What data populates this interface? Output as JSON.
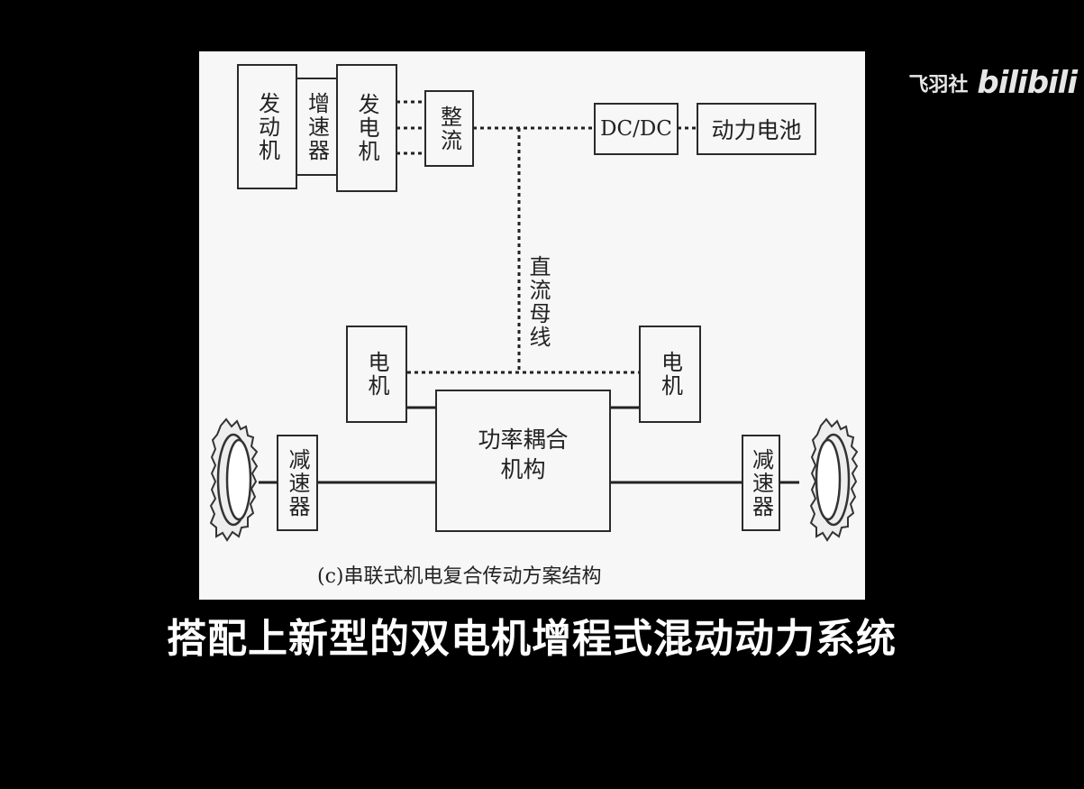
{
  "diagram": {
    "engine": "发动机",
    "gearbox_up": "增速器",
    "generator": "发电机",
    "rectifier": "整流",
    "dcdc": "DC/DC",
    "battery": "动力电池",
    "dc_bus": "直流母线",
    "motor_left": "电机",
    "motor_right": "电机",
    "coupling": "功率耦合\n机构",
    "reducer_left": "减速器",
    "reducer_right": "减速器",
    "caption": "(c)串联式机电复合传动方案结构"
  },
  "watermark": {
    "channel": "飞羽社",
    "logo": "bilibili"
  },
  "subtitle": "搭配上新型的双电机增程式混动动力系统"
}
